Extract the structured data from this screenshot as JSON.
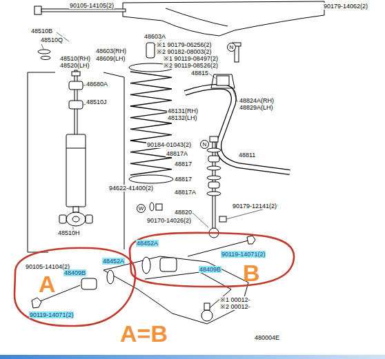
{
  "diagram": {
    "nodes": [
      {
        "text": [
          "A"
        ]
      },
      {
        "text": [
          "B"
        ]
      }
    ],
    "labels": [
      "90105-14105(2)",
      "90179-14062(2)",
      "48510B",
      "48510Q",
      "48603A",
      "※1 90179-06256(2)",
      "N",
      "48603(RH)",
      "※2 90182-08003(2)",
      "48510(RH)",
      "48609(LH)",
      "※1 90119-08497(2)",
      "48520(LH)",
      "※2 90119-08526(2)",
      "48815",
      "48680A",
      "48824A(RH)",
      "48829A(LH)",
      "48510J",
      "48131(RH)",
      "48132(LH)",
      "90184-01043(2)",
      "N",
      "48817A",
      "48811",
      "48817",
      "48817",
      "94622-41400(2)",
      "48817A",
      "90179-12141(2)",
      "W",
      "48820",
      "90170-14026(2)",
      "48510H",
      "48452A",
      "90119-14071(2)",
      "90105-14104(2)",
      "48452A",
      "48409B",
      "48409B",
      "※1 00012-",
      "※2 00012-",
      "90119-14071(2)",
      "A=B",
      "480004E"
    ]
  }
}
